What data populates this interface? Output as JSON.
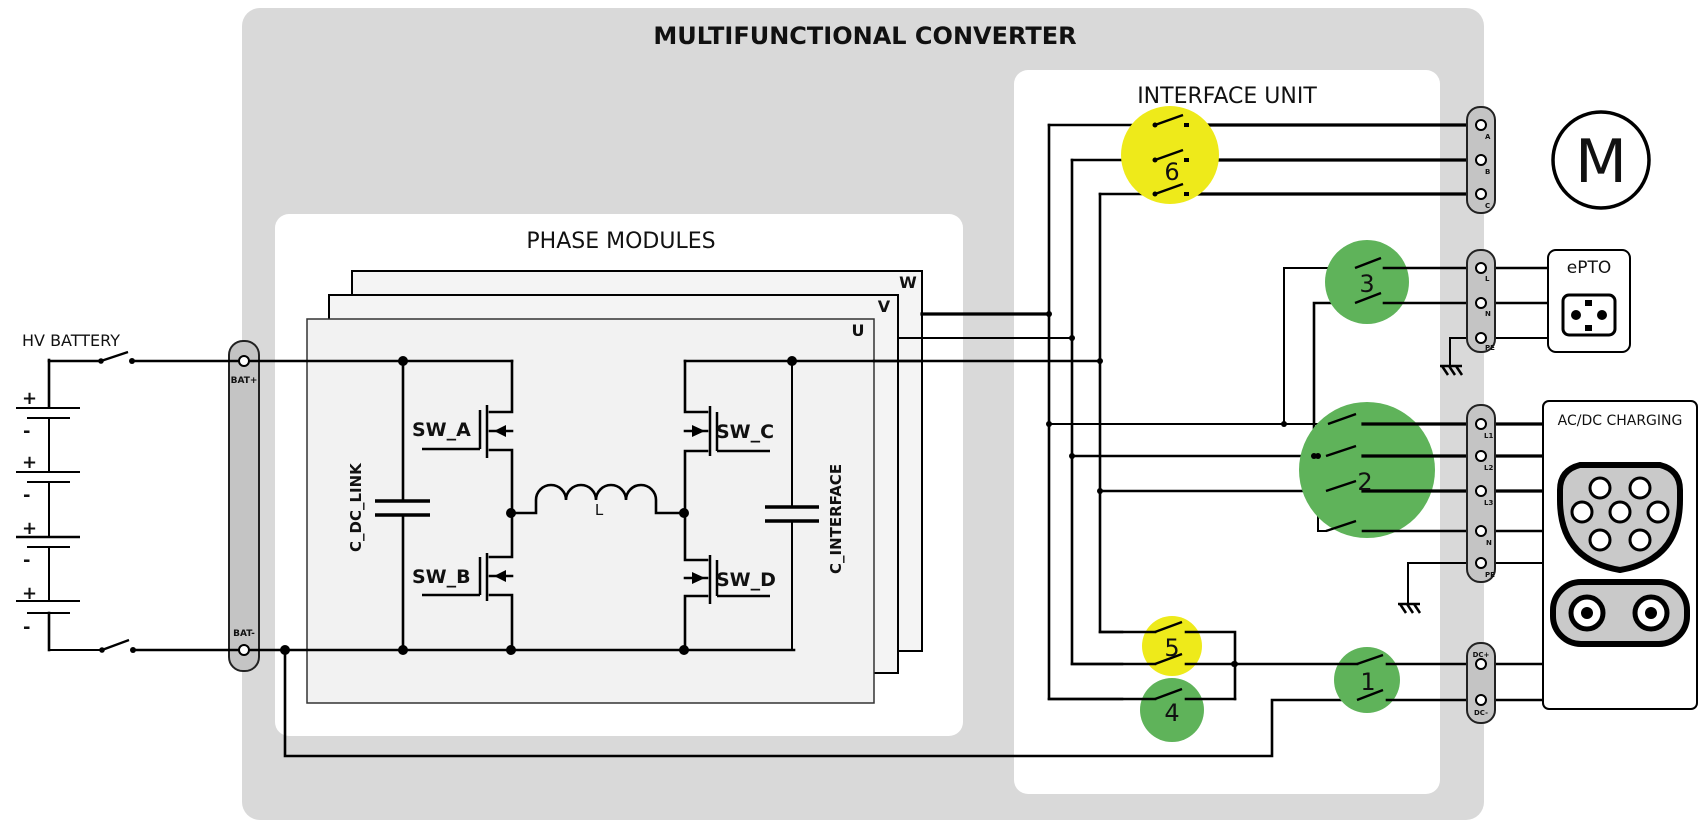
{
  "title": "MULTIFUNCTIONAL CONVERTER",
  "battery": {
    "label": "HV BATTERY",
    "cells": [
      {
        "plus": "+",
        "minus": "-"
      },
      {
        "plus": "+",
        "minus": "-"
      },
      {
        "plus": "+",
        "minus": "-"
      },
      {
        "plus": "+",
        "minus": "-"
      }
    ],
    "terminal_top": "BAT+",
    "terminal_bottom": "BAT-"
  },
  "phase_modules": {
    "label": "PHASE MODULES",
    "phases": [
      "U",
      "V",
      "W"
    ],
    "components": {
      "c_dc_link": "C_DC_LINK",
      "c_interface": "C_INTERFACE",
      "inductor": "L",
      "switches": [
        "SW_A",
        "SW_B",
        "SW_C",
        "SW_D"
      ]
    }
  },
  "interface_unit": {
    "label": "INTERFACE UNIT",
    "contactor_groups": [
      {
        "id": "6",
        "color": "#eeea1a"
      },
      {
        "id": "3",
        "color": "#5fb35a"
      },
      {
        "id": "2",
        "color": "#5fb35a"
      },
      {
        "id": "5",
        "color": "#eeea1a"
      },
      {
        "id": "4",
        "color": "#5fb35a"
      },
      {
        "id": "1",
        "color": "#5fb35a"
      }
    ]
  },
  "outputs": {
    "motor": {
      "label": "M",
      "pins": [
        "A",
        "B",
        "C"
      ]
    },
    "epto": {
      "label": "ePTO",
      "pins": [
        "L",
        "N",
        "PE"
      ]
    },
    "charging": {
      "label": "AC/DC CHARGING",
      "pins_ac": [
        "L1",
        "L2",
        "L3",
        "N",
        "PE"
      ],
      "pins_dc": [
        "DC+",
        "DC-"
      ]
    }
  },
  "colors": {
    "outer_bg": "#d9d9d9",
    "inner_panel": "#ffffff",
    "module_fill": "#f2f2f2",
    "yellow": "#eeea1a",
    "green": "#5fb35a",
    "terminal_strip": "#c4c4c4"
  }
}
